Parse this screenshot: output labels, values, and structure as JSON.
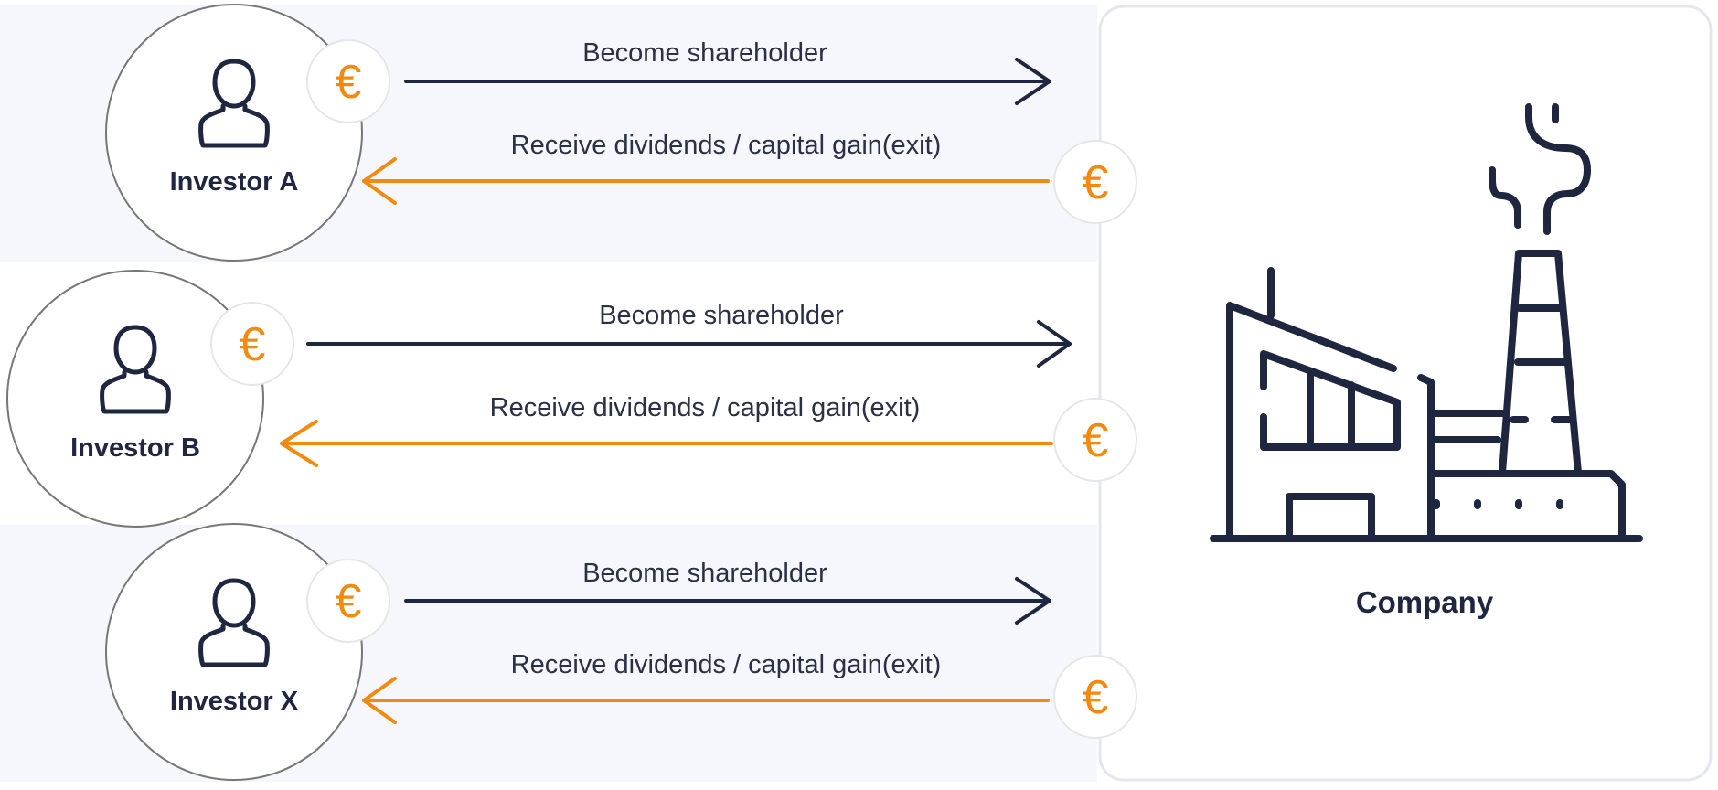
{
  "colors": {
    "dark": "#1f2740",
    "orange": "#f28a0f",
    "band": "#f6f7fc",
    "circle_stroke": "#777777",
    "badge_stroke": "#e6e6e6",
    "card_stroke": "#e4e6ef"
  },
  "icons": {
    "currency": "€",
    "investor": "person-icon",
    "company": "factory-icon"
  },
  "investors": [
    {
      "name": "Investor A",
      "invest_label": "Become shareholder",
      "return_label": "Receive dividends / capital gain(exit)"
    },
    {
      "name": "Investor B",
      "invest_label": "Become shareholder",
      "return_label": "Receive dividends / capital gain(exit)"
    },
    {
      "name": "Investor X",
      "invest_label": "Become shareholder",
      "return_label": "Receive dividends / capital gain(exit)"
    }
  ],
  "company": {
    "name": "Company"
  }
}
